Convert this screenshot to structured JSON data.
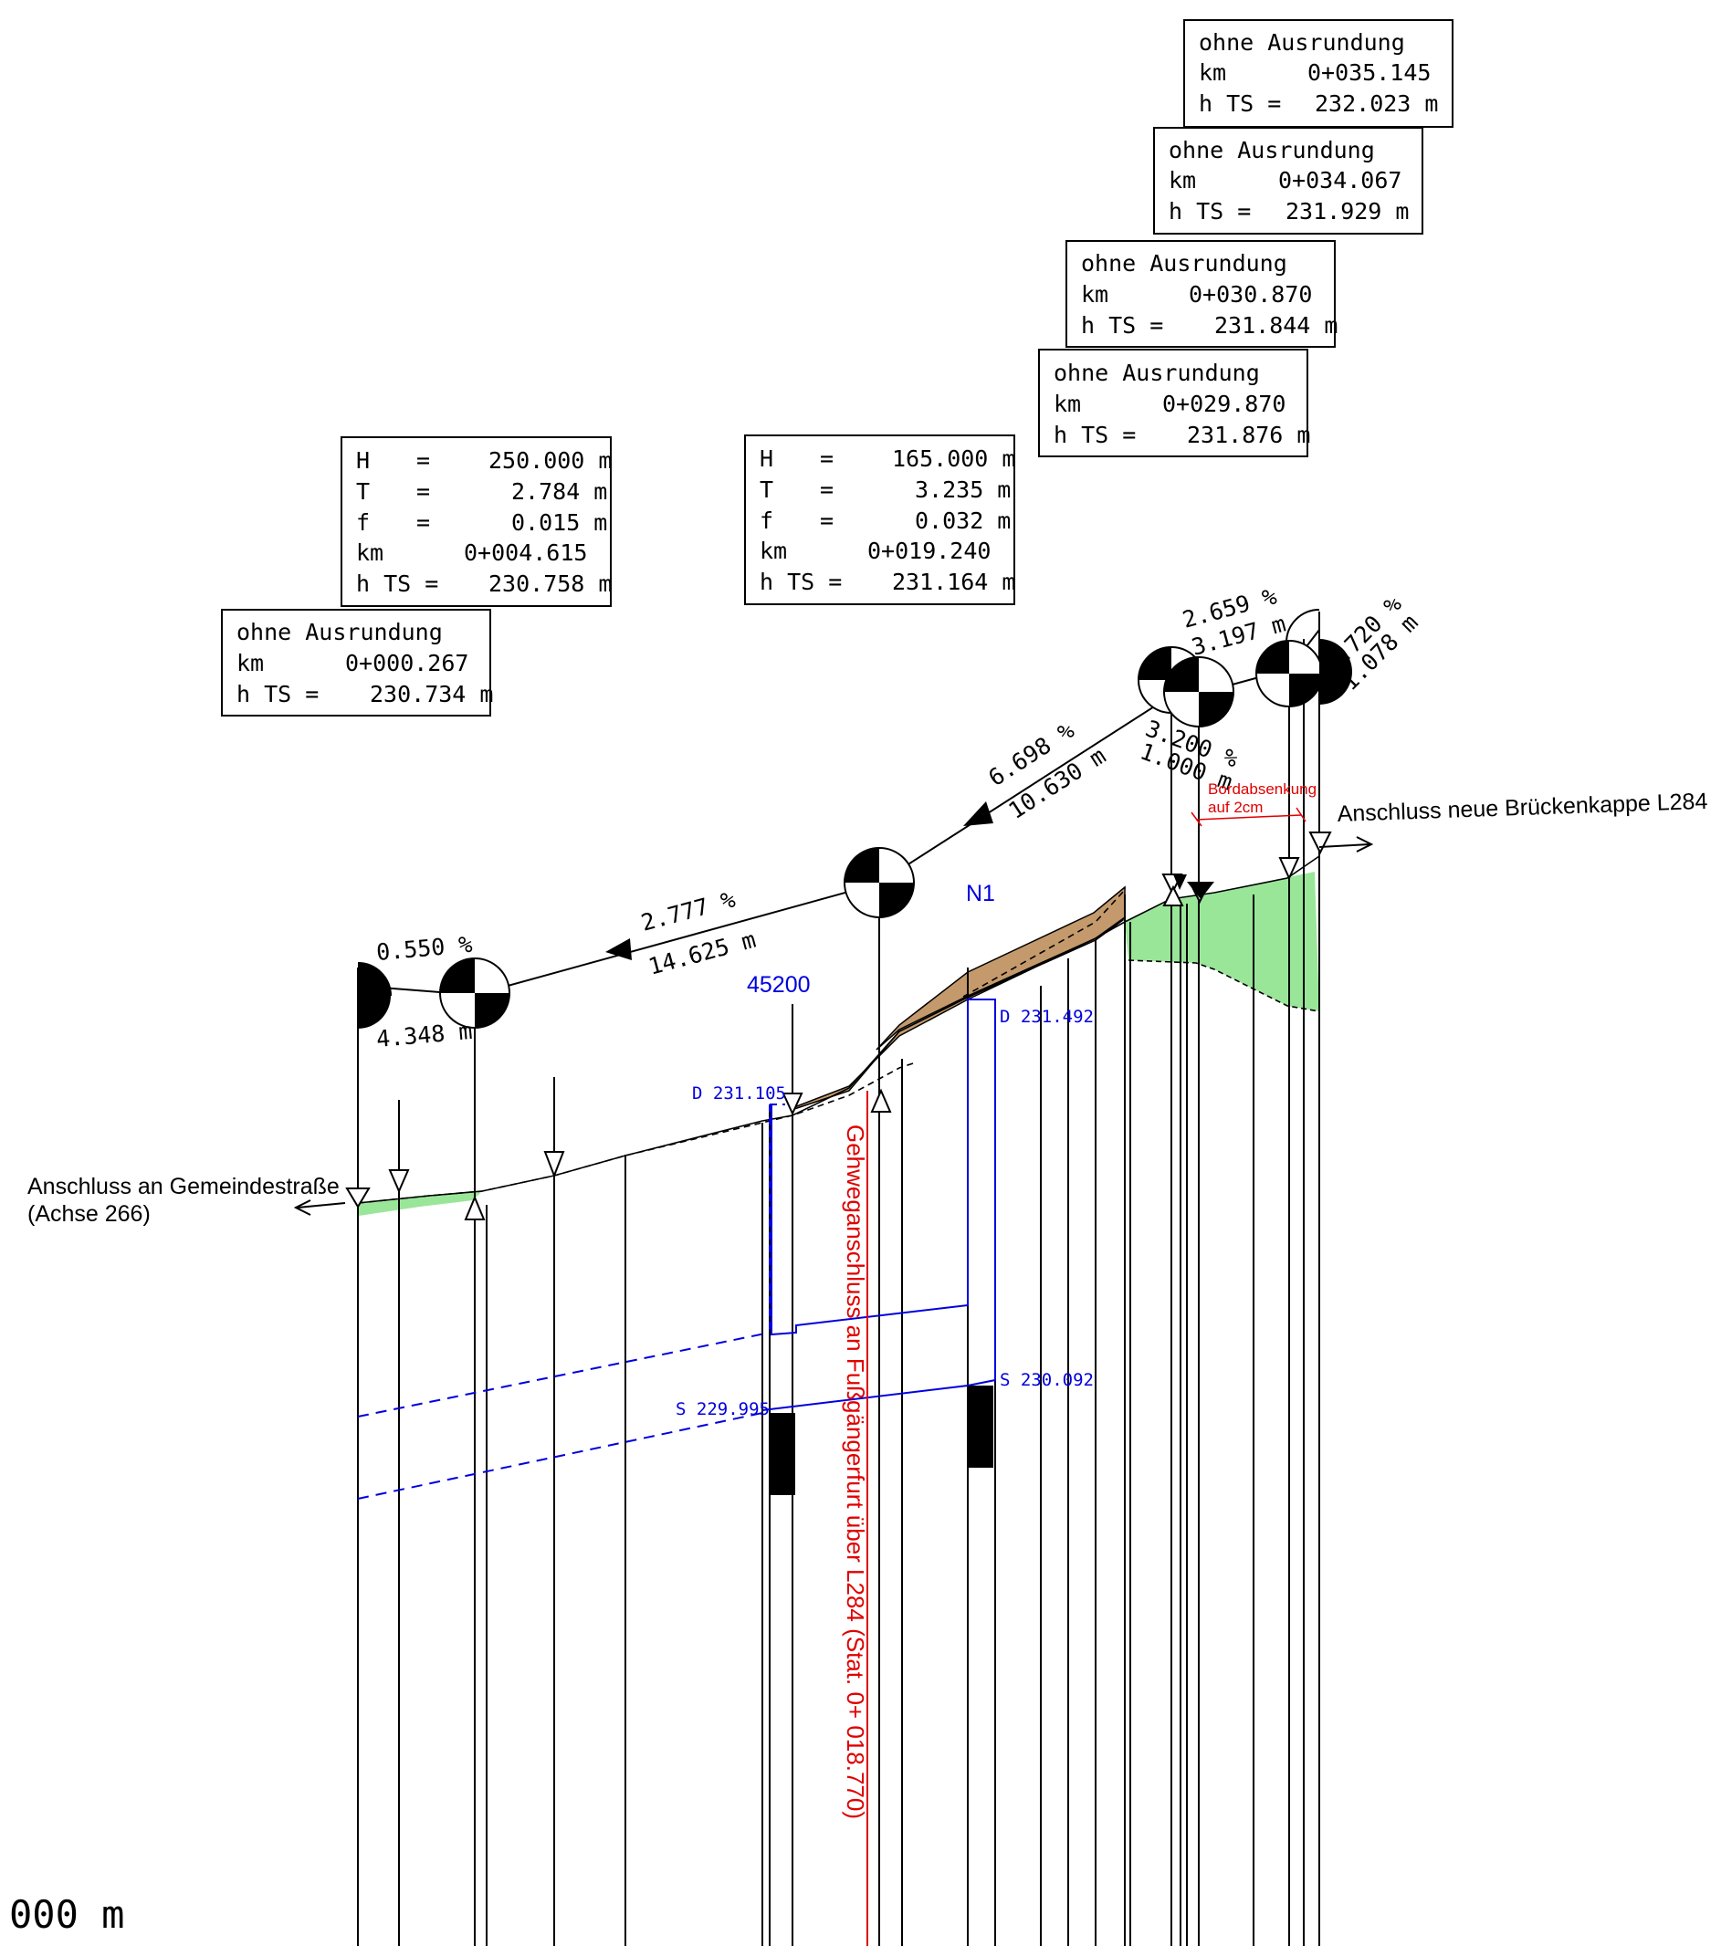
{
  "boxes": {
    "b1": {
      "l1": "ohne Ausrundung",
      "l2k": "km",
      "l2v": "0+035.145",
      "l3k": "h TS =",
      "l3v": "232.023 m"
    },
    "b2": {
      "l1": "ohne Ausrundung",
      "l2k": "km",
      "l2v": "0+034.067",
      "l3k": "h TS =",
      "l3v": "231.929 m"
    },
    "b3": {
      "l1": "ohne Ausrundung",
      "l2k": "km",
      "l2v": "0+030.870",
      "l3k": "h TS =",
      "l3v": "231.844 m"
    },
    "b4": {
      "l1": "ohne Ausrundung",
      "l2k": "km",
      "l2v": "0+029.870",
      "l3k": "h TS =",
      "l3v": "231.876 m"
    },
    "b5": {
      "hk": "H",
      "heq": "=",
      "hv": "250.000 m",
      "tk": "T",
      "teq": "=",
      "tv": "2.784 m",
      "fk": "f",
      "feq": "=",
      "fv": "0.015 m",
      "kmk": "km",
      "kmv": "0+004.615",
      "htk": "h TS =",
      "htv": "230.758 m"
    },
    "b6": {
      "hk": "H",
      "heq": "=",
      "hv": "165.000 m",
      "tk": "T",
      "teq": "=",
      "tv": "3.235 m",
      "fk": "f",
      "feq": "=",
      "fv": "0.032 m",
      "kmk": "km",
      "kmv": "0+019.240",
      "htk": "h TS =",
      "htv": "231.164 m"
    },
    "b7": {
      "l1": "ohne Ausrundung",
      "l2k": "km",
      "l2v": "0+000.267",
      "l3k": "h TS =",
      "l3v": "230.734 m"
    }
  },
  "gradients": {
    "g1": {
      "pct": "0.550 %",
      "len": "4.348 m"
    },
    "g2": {
      "pct": "2.777 %",
      "len": "14.625 m"
    },
    "g3": {
      "pct": "6.698 %",
      "len": "10.630 m"
    },
    "g4": {
      "pct": "2.659 %",
      "len": "3.197 m"
    },
    "g5": {
      "pct": "3.200 %",
      "len": "1.000 m"
    },
    "g6": {
      "pct": "8.720 %",
      "len": "1.078 m"
    }
  },
  "labels": {
    "left_connection_1": "Anschluss an Gemeindestraße",
    "left_connection_2": "(Achse 266)",
    "right_connection": "Anschluss neue Brückenkappe L284",
    "curb_1": "Bordabsenkung",
    "curb_2": "auf 2cm",
    "crossing": "Gehweganschluss an Fußgängerfurt über L284 (Stat. 0+ 018.770)",
    "bottom_scale": "000 m"
  },
  "structures": {
    "shaft_id": "45200",
    "node_id": "N1",
    "d_left": "D 231.105",
    "d_right": "D 231.492",
    "s_left": "S 229.995",
    "s_right": "S 230.092"
  },
  "colors": {
    "ink": "#000000",
    "pipe": "#0000e0",
    "crossing": "#e00000",
    "fill_green": "#99e699",
    "fill_brown": "#c49a6c"
  }
}
